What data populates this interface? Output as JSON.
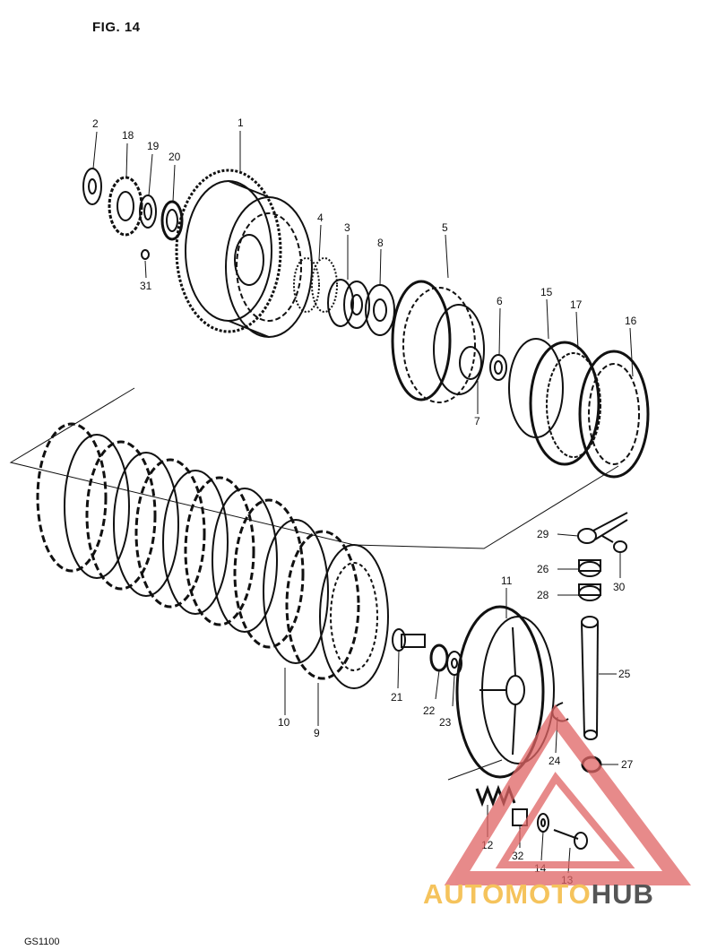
{
  "figure": {
    "title": "FIG. 14",
    "model_code": "GS1100"
  },
  "labels": [
    "1",
    "2",
    "3",
    "4",
    "5",
    "6",
    "7",
    "8",
    "9",
    "10",
    "11",
    "12",
    "13",
    "14",
    "15",
    "16",
    "17",
    "18",
    "19",
    "20",
    "21",
    "22",
    "23",
    "24",
    "25",
    "26",
    "27",
    "28",
    "29",
    "30",
    "31",
    "32"
  ],
  "watermark": {
    "part1": "AUTOMOTO",
    "part2": "HUB",
    "color_primary": "#f2b94b",
    "color_secondary": "#555555",
    "logo_color": "#e06464"
  }
}
